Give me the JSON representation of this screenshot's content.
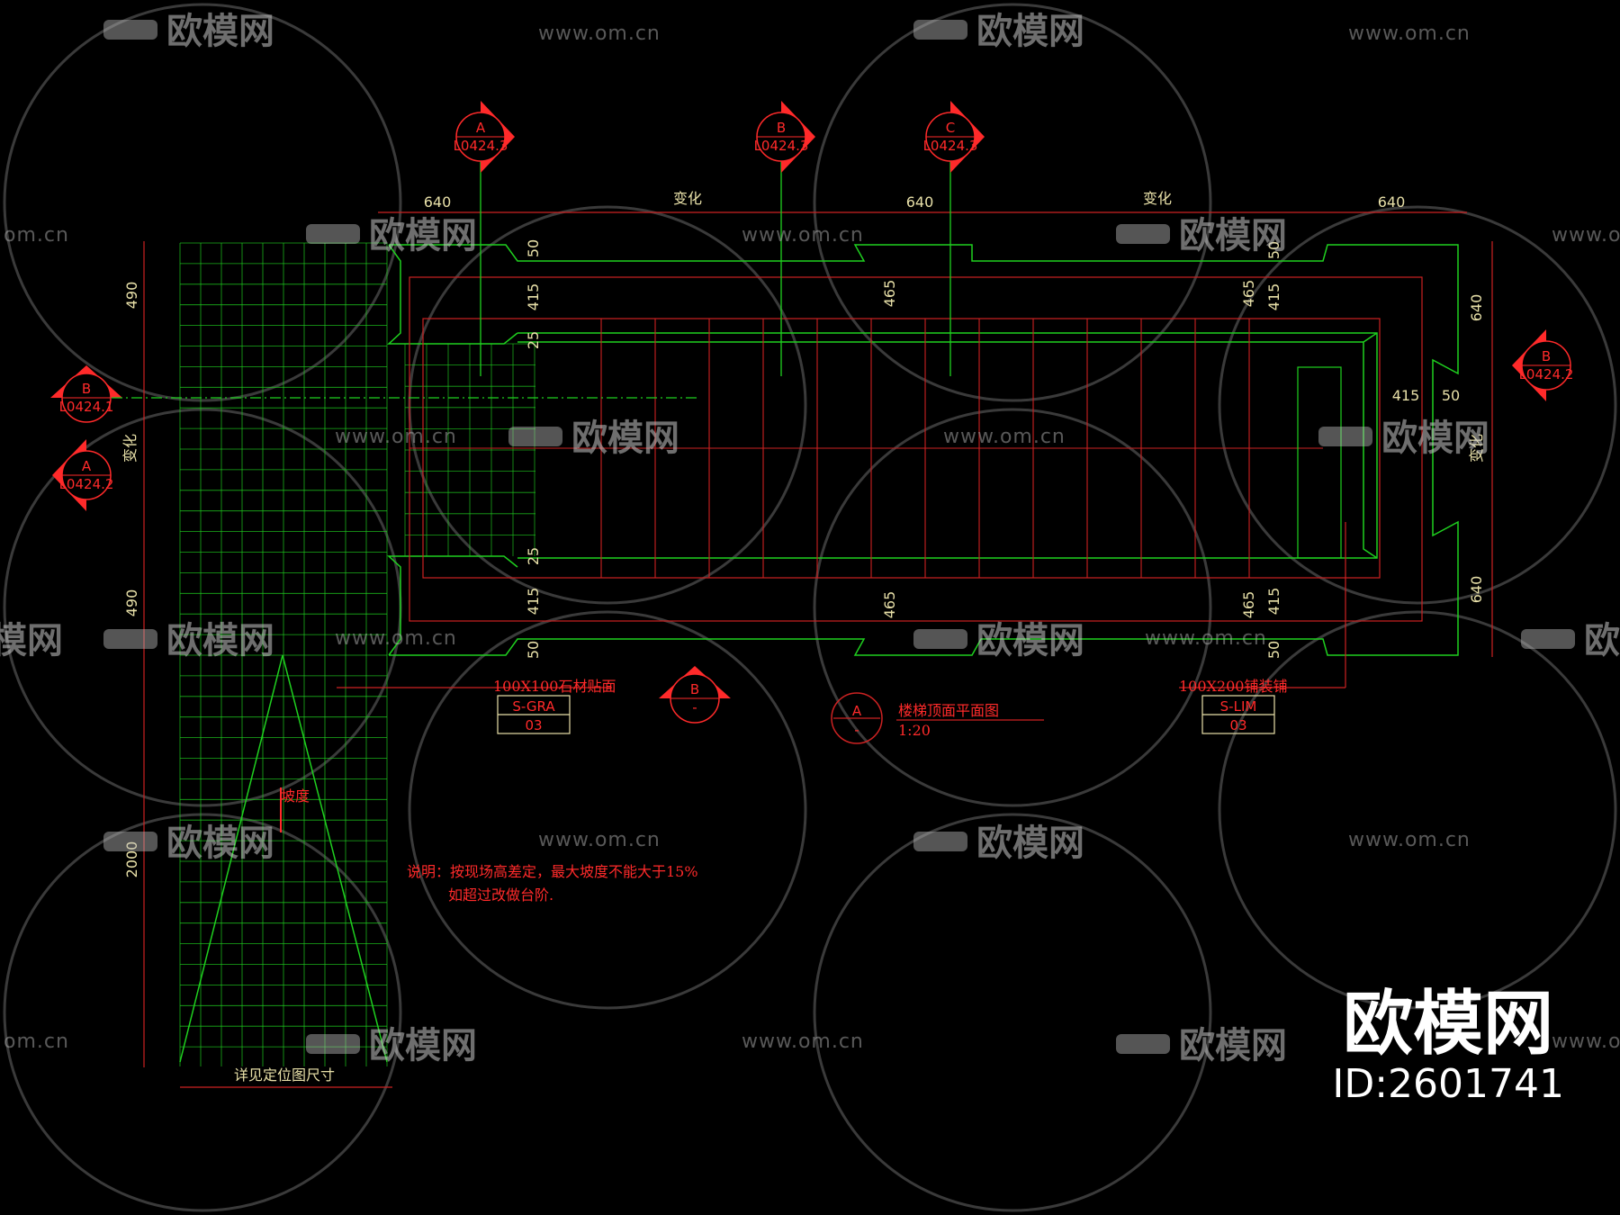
{
  "drawing": {
    "section_markers": {
      "A_top": {
        "letter": "A",
        "sheet": "L0424.3"
      },
      "B_top": {
        "letter": "B",
        "sheet": "L0424.3"
      },
      "C_top": {
        "letter": "C",
        "sheet": "L0424.3"
      },
      "B_left": {
        "letter": "B",
        "sheet": "L0424.1"
      },
      "A_left": {
        "letter": "A",
        "sheet": "L0424.2"
      },
      "B_right": {
        "letter": "B",
        "sheet": "L0424.2"
      },
      "B_bottom": {
        "letter": "B",
        "sheet": "-"
      }
    },
    "dims_top": [
      "640",
      "变化",
      "640",
      "变化",
      "640"
    ],
    "dims_left": [
      "490",
      "490",
      "2000"
    ],
    "dims_left_label": "变化",
    "dims_right": [
      "640",
      "640"
    ],
    "dims_right_label": "变化",
    "dims_inner": {
      "v50": "50",
      "v415": "415",
      "v25": "25",
      "v465": "465",
      "h415": "415",
      "h50": "50"
    },
    "bottom_dim_label": "详见定位图尺寸",
    "slope_label": "坡度",
    "title_block": {
      "letter": "A",
      "sub": "-",
      "title": "楼梯顶面平面图",
      "scale": "1:20"
    },
    "callout_left": {
      "text": "100X100石材贴面",
      "code": "S-GRA",
      "num": "03"
    },
    "callout_right": {
      "text": "100X200铺装铺",
      "code": "S-LIM",
      "num": "03"
    },
    "note_line1": "说明：按现场高差定，最大坡度不能大于15%",
    "note_line2": "如超过改做台阶."
  },
  "watermark": {
    "logo_text": "欧模网",
    "url_text": "www.om.cn",
    "url_short": "om.cn"
  },
  "brand": {
    "name": "欧模网",
    "id": "ID:2601741"
  },
  "colors": {
    "green": "#1fd01f",
    "red": "#ff2a2a",
    "dim_red": "#cc2222",
    "yellow": "#e8e0a8"
  }
}
